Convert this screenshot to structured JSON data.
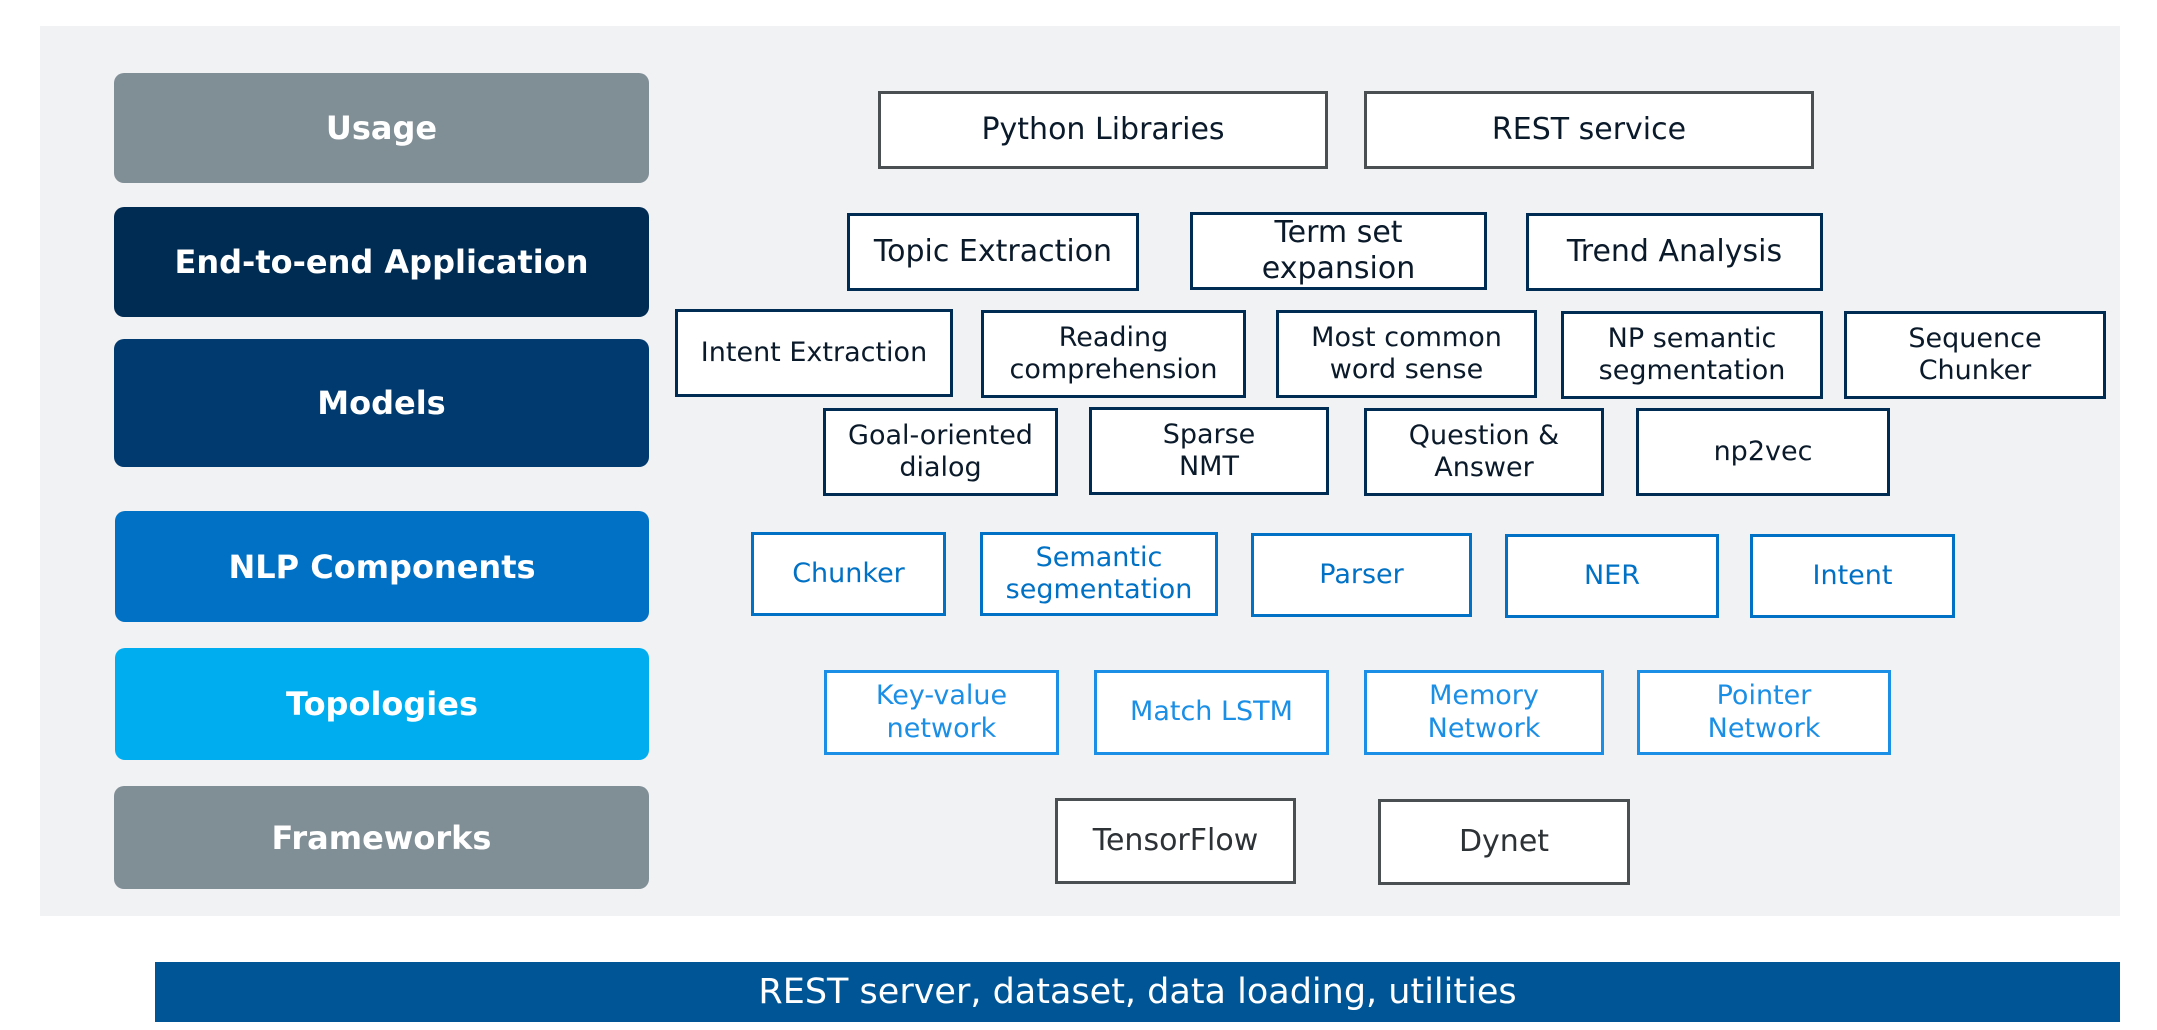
{
  "colors": {
    "panel_bg": "#f1f2f4",
    "usage": "#808e96",
    "end_to_end": "#002b52",
    "models": "#003a6e",
    "nlp_components": "#0071c5",
    "topologies": "#00aeef",
    "frameworks": "#808e96",
    "bottom_bar": "#005597",
    "gray_box_border": "#4a4f52",
    "dark_box_border": "#002b52",
    "blue_box_border": "#0071c5",
    "light_box_border": "#1b8fe6"
  },
  "layers": [
    {
      "key": "usage",
      "label": "Usage"
    },
    {
      "key": "end_to_end",
      "label": "End-to-end Application"
    },
    {
      "key": "models",
      "label": "Models"
    },
    {
      "key": "nlp_components",
      "label": "NLP Components"
    },
    {
      "key": "topologies",
      "label": "Topologies"
    },
    {
      "key": "frameworks",
      "label": "Frameworks"
    }
  ],
  "usage_items": [
    "Python Libraries",
    "REST service"
  ],
  "application_items": [
    "Topic Extraction",
    "Term set\nexpansion",
    "Trend Analysis"
  ],
  "model_items_row1": [
    "Intent Extraction",
    "Reading\ncomprehension",
    "Most common\nword sense",
    "NP semantic\nsegmentation",
    "Sequence\nChunker"
  ],
  "model_items_row2": [
    "Goal-oriented\ndialog",
    "Sparse\nNMT",
    "Question &\nAnswer",
    "np2vec"
  ],
  "component_items": [
    "Chunker",
    "Semantic\nsegmentation",
    "Parser",
    "NER",
    "Intent"
  ],
  "topology_items": [
    "Key-value\nnetwork",
    "Match LSTM",
    "Memory\nNetwork",
    "Pointer\nNetwork"
  ],
  "framework_items": [
    "TensorFlow",
    "Dynet"
  ],
  "bottom_bar": {
    "label": "REST server, dataset, data loading, utilities"
  }
}
